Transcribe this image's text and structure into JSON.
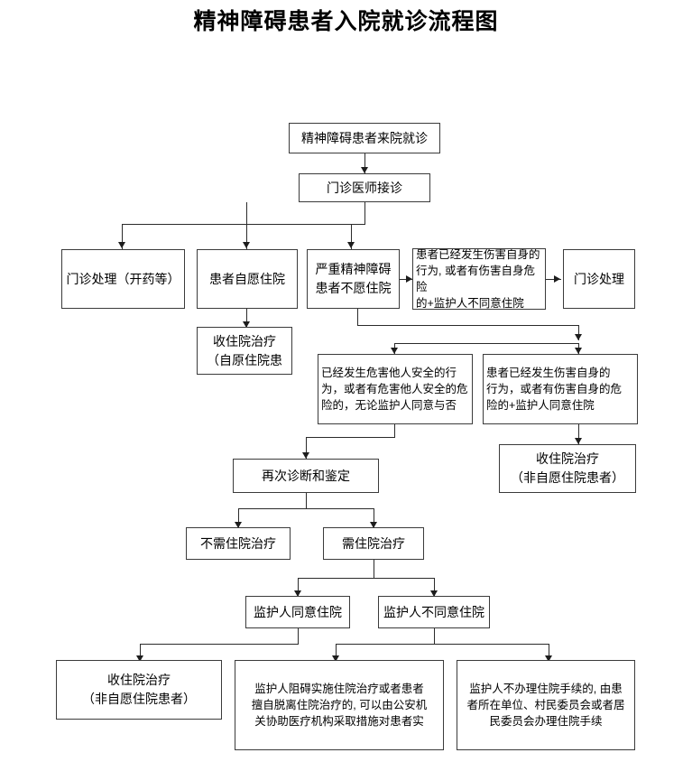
{
  "title": "精神障碍患者入院就诊流程图",
  "flowchart": {
    "type": "flowchart",
    "orientation": "top-down",
    "nodes": [
      {
        "id": "n1",
        "label": "精神障碍患者来院就诊"
      },
      {
        "id": "n2",
        "label": "门诊医师接诊"
      },
      {
        "id": "n3",
        "label": "门诊处理（开药等）"
      },
      {
        "id": "n4",
        "label": "患者自愿住院"
      },
      {
        "id": "n5",
        "label": "严重精神障碍\n患者不愿住院"
      },
      {
        "id": "n6",
        "label": "患者已经发生伤害自身的\n行为, 或者有伤害自身危险\n的+监护人不同意住院"
      },
      {
        "id": "n7",
        "label": "门诊处理"
      },
      {
        "id": "n8",
        "label": "收住院治疗\n（自原住院患"
      },
      {
        "id": "n9",
        "label": "已经发生危害他人安全的行\n为，或者有危害他人安全的危\n险的，无论监护人同意与否"
      },
      {
        "id": "n10",
        "label": "患者已经发生伤害自身的\n行为，或者有伤害自身的危\n险的+监护人同意住院"
      },
      {
        "id": "n11",
        "label": "收住院治疗\n（非自愿住院患者）"
      },
      {
        "id": "n12",
        "label": "再次诊断和鉴定"
      },
      {
        "id": "n13",
        "label": "不需住院治疗"
      },
      {
        "id": "n14",
        "label": "需住院治疗"
      },
      {
        "id": "n15",
        "label": "监护人同意住院"
      },
      {
        "id": "n16",
        "label": "监护人不同意住院"
      },
      {
        "id": "n17",
        "label": "收住院治疗\n（非自愿住院患者）"
      },
      {
        "id": "n18",
        "label": "监护人阻碍实施住院治疗或者患者\n擅自脱离住院治疗的, 可以由公安机\n关协助医疗机构采取措施对患者实"
      },
      {
        "id": "n19",
        "label": "监护人不办理住院手续的, 由患\n者所在单位、村民委员会或者居\n民委员会办理住院手续"
      }
    ],
    "edges": [
      {
        "from": "n1",
        "to": "n2"
      },
      {
        "from": "n2",
        "to": "n3"
      },
      {
        "from": "n2",
        "to": "n4"
      },
      {
        "from": "n2",
        "to": "n5"
      },
      {
        "from": "n5",
        "to": "n6"
      },
      {
        "from": "n6",
        "to": "n7"
      },
      {
        "from": "n4",
        "to": "n8"
      },
      {
        "from": "n5",
        "to": "n9"
      },
      {
        "from": "n5",
        "to": "n10"
      },
      {
        "from": "n10",
        "to": "n11"
      },
      {
        "from": "n9",
        "to": "n12"
      },
      {
        "from": "n12",
        "to": "n13"
      },
      {
        "from": "n12",
        "to": "n14"
      },
      {
        "from": "n14",
        "to": "n15"
      },
      {
        "from": "n14",
        "to": "n16"
      },
      {
        "from": "n15",
        "to": "n17"
      },
      {
        "from": "n15",
        "to": "n18"
      },
      {
        "from": "n16",
        "to": "n19"
      }
    ]
  },
  "colors": {
    "page_background": "#ffffff",
    "box_border": "#3b3b3b",
    "line": "#2b2b2b",
    "text": "#000000"
  }
}
